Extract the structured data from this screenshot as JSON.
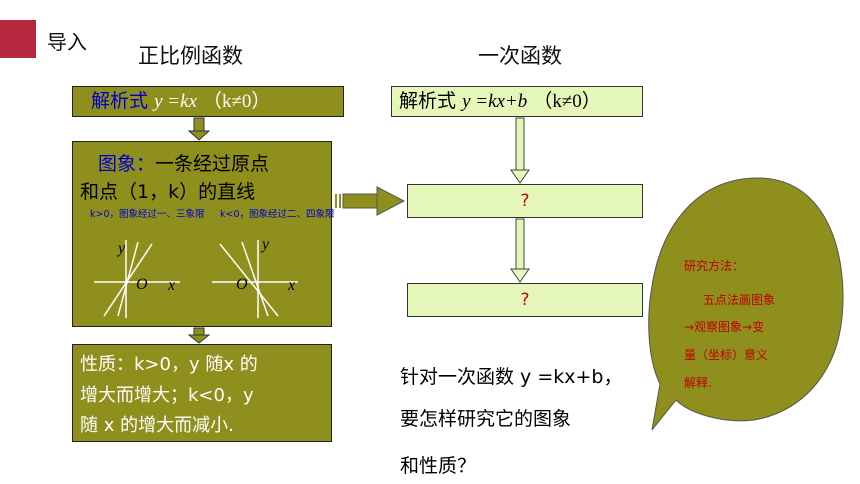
{
  "section_label": "导入",
  "left_title": "正比例函数",
  "right_title": "一次函数",
  "formula_left": {
    "label": "解析式",
    "expr": "y =kx",
    "cond": "（k≠0）"
  },
  "formula_right": {
    "label": "解析式",
    "expr_a": "y =kx+",
    "expr_b": "b",
    "cond": "（k≠0）"
  },
  "graph": {
    "title": "图象：",
    "line1_rest": "一条经过原点",
    "line2": "和点（1，k）的直线",
    "note_positive": "k>0，图象经过一、三象限",
    "note_negative": "k<0，图象经过二、四象限",
    "axis_y": "y",
    "axis_x": "x",
    "origin": "O"
  },
  "properties": {
    "line1": "性质：k>0，y 随x 的",
    "line2": "增大而增大；k<0，y",
    "line3": "随 x 的增大而减小."
  },
  "question_marks": [
    "?",
    "?"
  ],
  "question": {
    "line1": "针对一次函数 y =kx+b，",
    "line2": "要怎样研究它的图象",
    "line3": "和性质？"
  },
  "method": {
    "title": "研究方法：",
    "line1": "五点法画图象",
    "line2": "→观察图象→变",
    "line3": "量（坐标）意义",
    "line4": "解释."
  },
  "colors": {
    "accent": "#b5283d",
    "olive": "#8f8f1e",
    "lime": "#e4f7b8",
    "question_red": "#d00000"
  }
}
